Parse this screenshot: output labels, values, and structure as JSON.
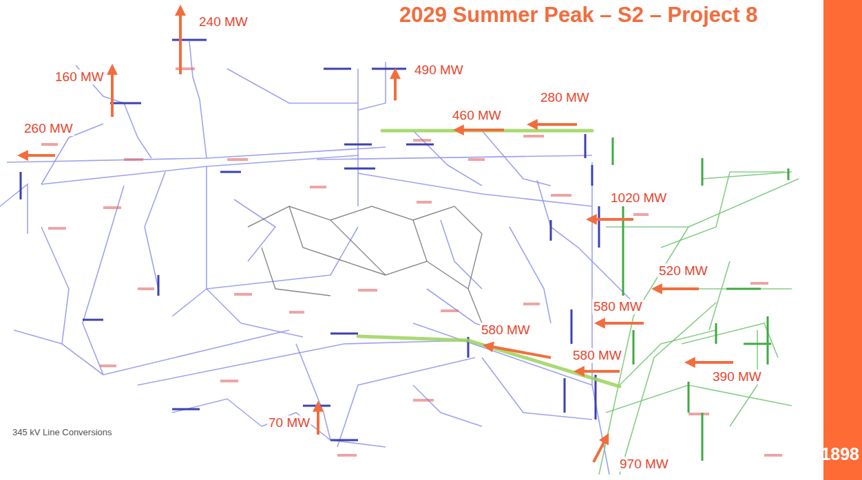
{
  "diagram": {
    "title": "2029 Summer Peak – S2 – Project 8",
    "caption": "345 kV Line Conversions",
    "labels": [
      "240 MW",
      "490 MW",
      "160 MW",
      "280 MW",
      "460 MW",
      "260 MW",
      "1020 MW",
      "520 MW",
      "580 MW",
      "580 MW",
      "580 MW",
      "390 MW",
      "70 MW",
      "970 MW",
      "1898"
    ]
  }
}
